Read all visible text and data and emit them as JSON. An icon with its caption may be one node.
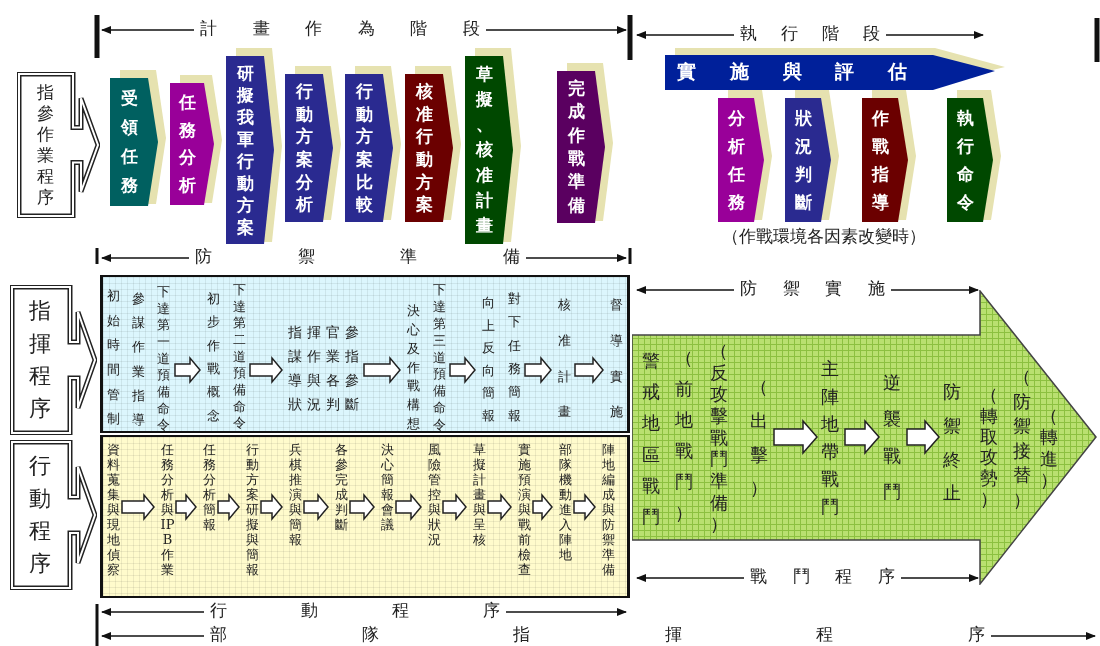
{
  "diagram": {
    "nodes": [
      {
        "text": [
          "指參作業程序"
        ]
      },
      {
        "text": [
          "受領任務"
        ]
      },
      {
        "text": [
          "任務分析"
        ]
      },
      {
        "text": [
          "研擬我軍行動方案"
        ]
      },
      {
        "text": [
          "行動方案分析"
        ]
      },
      {
        "text": [
          "行動方案比較"
        ]
      },
      {
        "text": [
          "核准行動方案"
        ]
      },
      {
        "text": [
          "草擬、核准計畫"
        ]
      },
      {
        "text": [
          "完成作戰準備"
        ]
      },
      {
        "text": [
          "實施與評估"
        ]
      },
      {
        "text": [
          "分析任務"
        ]
      },
      {
        "text": [
          "狀況判斷"
        ]
      },
      {
        "text": [
          "作戰指導"
        ]
      },
      {
        "text": [
          "執行命令"
        ]
      },
      {
        "text": [
          "指揮程序"
        ]
      },
      {
        "text": [],
        "shape": "box"
      },
      {
        "text": [
          "初始時間管制",
          "參謀作業指導",
          "下達第一道預備命令"
        ],
        "in": 15
      },
      {
        "text": [
          "初步作戰概念",
          "下達第二道預備命令"
        ],
        "in": 15
      },
      {
        "text": [
          "指揮官參謀作業指導與各參狀況判斷"
        ],
        "in": 15
      },
      {
        "text": [
          "決心及作戰構想",
          "下達第三道預備命令"
        ],
        "in": 15
      },
      {
        "text": [
          "向上反向簡報",
          "對下任務簡報"
        ],
        "in": 15
      },
      {
        "text": [
          "核准計畫"
        ],
        "in": 15
      },
      {
        "text": [
          "督導實施"
        ],
        "in": 15
      },
      {
        "text": [
          "行動程序"
        ]
      },
      {
        "text": [],
        "shape": "box"
      },
      {
        "text": [
          "資料蒐集與現地偵察"
        ],
        "in": 24
      },
      {
        "text": [
          "任務分析與IPB作業"
        ],
        "in": 24
      },
      {
        "text": [
          "任務分析簡報"
        ],
        "in": 24
      },
      {
        "text": [
          "行動方案研擬與簡報"
        ],
        "in": 24
      },
      {
        "text": [
          "兵棋推演與簡報"
        ],
        "in": 24
      },
      {
        "text": [
          "各參完成判斷"
        ],
        "in": 24
      },
      {
        "text": [
          "決心簡報會議"
        ],
        "in": 24
      },
      {
        "text": [
          "風險管控與狀況"
        ],
        "in": 24
      },
      {
        "text": [
          "草擬計畫與呈核"
        ],
        "in": 24
      },
      {
        "text": [
          "實施預演與戰前檢查"
        ],
        "in": 24
      },
      {
        "text": [
          "部隊機動進入陣地"
        ],
        "in": 24
      },
      {
        "text": [
          "陣地編成與防禦準備"
        ],
        "in": 24
      },
      {
        "text": [],
        "shape": "arrow"
      },
      {
        "text": [
          "警戒地區戰鬥",
          "（前地戰鬥）",
          "（反攻擊戰鬥準備）",
          "（出擊）"
        ],
        "in": 37
      },
      {
        "text": [
          "主陣地帶戰鬥"
        ],
        "in": 37
      },
      {
        "text": [
          "逆襲戰鬥"
        ],
        "in": 37
      },
      {
        "text": [
          "防禦終止",
          "（轉取攻勢）",
          "（防禦接替）",
          "（轉進）"
        ],
        "in": 37
      }
    ],
    "edges": [
      {
        "from": 16,
        "to": 17,
        "arrow": "to"
      },
      {
        "from": 17,
        "to": 18,
        "arrow": "to"
      },
      {
        "from": 18,
        "to": 19,
        "arrow": "to"
      },
      {
        "from": 19,
        "to": 20,
        "arrow": "to"
      },
      {
        "from": 20,
        "to": 21,
        "arrow": "to"
      },
      {
        "from": 21,
        "to": 22,
        "arrow": "to"
      },
      {
        "from": 25,
        "to": 26,
        "arrow": "to"
      },
      {
        "from": 26,
        "to": 27,
        "arrow": "to"
      },
      {
        "from": 27,
        "to": 28,
        "arrow": "to"
      },
      {
        "from": 28,
        "to": 29,
        "arrow": "to"
      },
      {
        "from": 29,
        "to": 30,
        "arrow": "to"
      },
      {
        "from": 30,
        "to": 31,
        "arrow": "to"
      },
      {
        "from": 31,
        "to": 32,
        "arrow": "to"
      },
      {
        "from": 32,
        "to": 33,
        "arrow": "to"
      },
      {
        "from": 33,
        "to": 34,
        "arrow": "to"
      },
      {
        "from": 34,
        "to": 35,
        "arrow": "to"
      },
      {
        "from": 35,
        "to": 36,
        "arrow": "to"
      },
      {
        "from": 38,
        "to": 39,
        "arrow": "to"
      },
      {
        "from": 39,
        "to": 40,
        "arrow": "to"
      },
      {
        "from": 40,
        "to": 41,
        "arrow": "to"
      }
    ],
    "labels": [
      "計畫作為階段",
      "執行階段",
      "（作戰環境各因素改變時）",
      "防禦準備",
      "防禦實施",
      "戰鬥程序",
      "行動程序",
      "部隊指揮程序"
    ]
  }
}
